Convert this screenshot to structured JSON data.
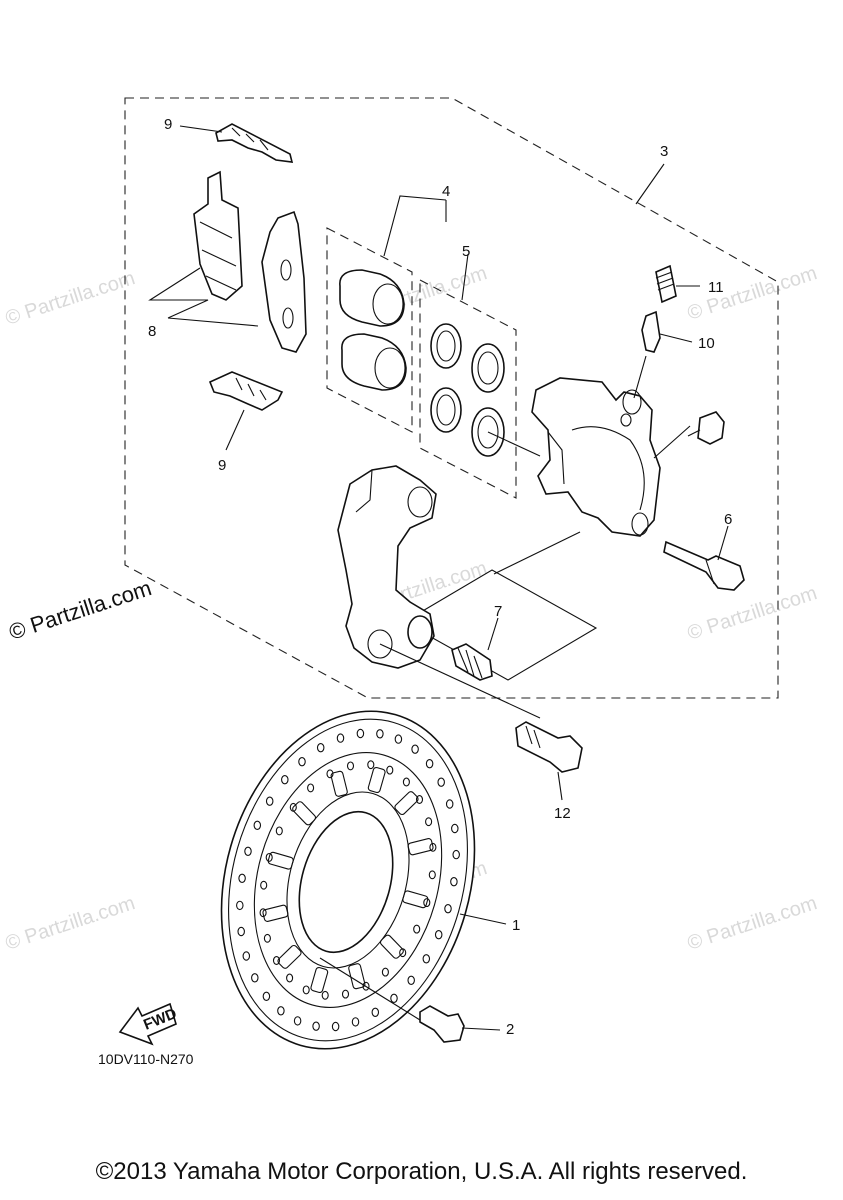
{
  "diagram": {
    "callouts": {
      "c1": "1",
      "c2": "2",
      "c3": "3",
      "c4": "4",
      "c5": "5",
      "c6": "6",
      "c7": "7",
      "c8": "8",
      "c9a": "9",
      "c9b": "9",
      "c10": "10",
      "c11": "11",
      "c12": "12"
    },
    "fwd_label": "FWD",
    "diagram_code": "10DV110-N270"
  },
  "watermark": {
    "text": "© Partzilla.com"
  },
  "footer": {
    "copyright": "©2013 Yamaha Motor Corporation, U.S.A. All rights reserved."
  }
}
